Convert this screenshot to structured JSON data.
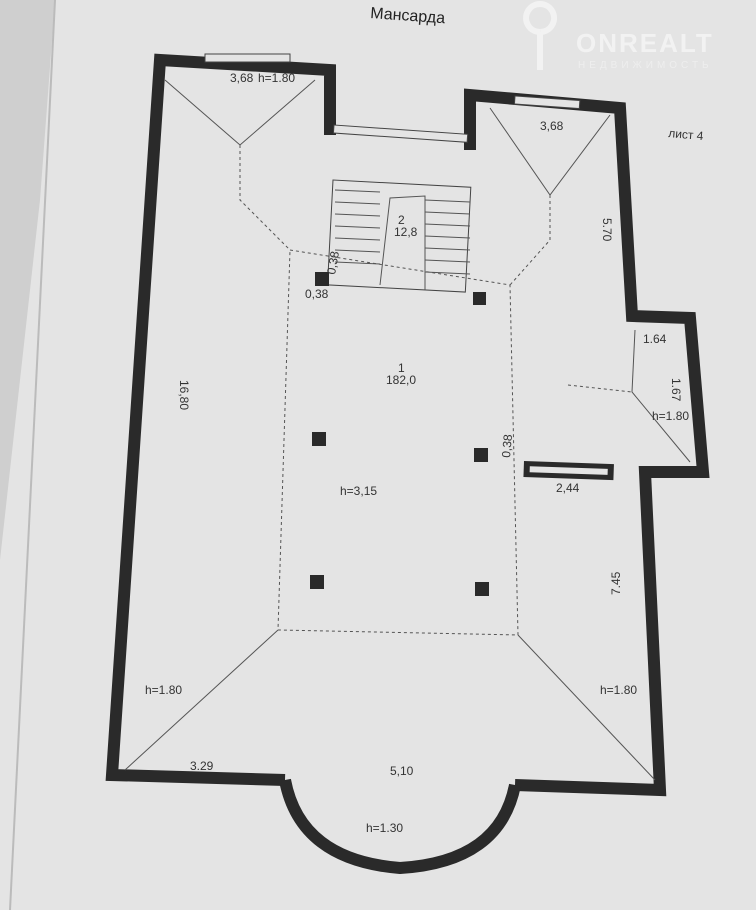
{
  "title": "Мансарда",
  "watermark": {
    "brand": "ONREALT",
    "subtitle": "НЕДВИЖИМОСТЬ"
  },
  "labels": {
    "top_left_bay": "3,68",
    "top_left_bay_h": "h=1.80",
    "top_right_bay": "3,68",
    "right_upper": "5.70",
    "stair_room_no": "2",
    "stair_room_area": "12,8",
    "column_size": "0,38",
    "column_size_rot": "0,38",
    "main_room_no": "1",
    "main_room_area": "182,0",
    "left_length": "16,80",
    "side_bay_w": "1.64",
    "side_bay_d": "1.67",
    "side_bay_h": "h=1.80",
    "vent_size": "0,38",
    "vent_length": "2,44",
    "main_h": "h=3,15",
    "right_lower": "7.45",
    "left_h": "h=1.80",
    "right_h": "h=1.80",
    "bottom_left": "3.29",
    "bottom_center": "5,10",
    "bay_h": "h=1.30",
    "corner_note": "лист 4"
  }
}
